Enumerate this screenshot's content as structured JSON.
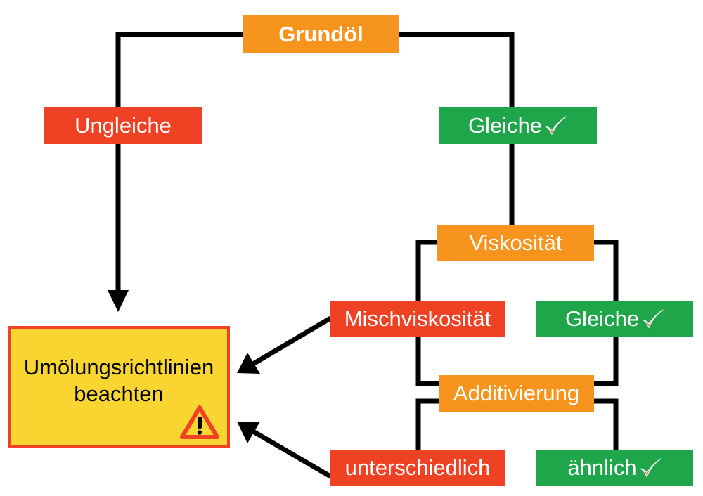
{
  "nodes": {
    "grundoel": "Grundöl",
    "ungleiche": "Ungleiche",
    "gleiche_base": "Gleiche",
    "viskositaet": "Viskosität",
    "mischviskositaet": "Mischviskosität",
    "gleiche_visc": "Gleiche",
    "additivierung": "Additivierung",
    "unterschiedlich": "unterschiedlich",
    "aehnlich": "ähnlich"
  },
  "warning": {
    "line1": "Umölungsrichtlinien",
    "line2": "beachten"
  },
  "icons": {
    "check": "check-mark-icon",
    "warning": "warning-triangle-icon"
  },
  "colors": {
    "orange": "#f7941d",
    "red": "#ef4123",
    "green": "#1fa64a",
    "warning_fill": "#f9d532",
    "connector": "#000000"
  }
}
